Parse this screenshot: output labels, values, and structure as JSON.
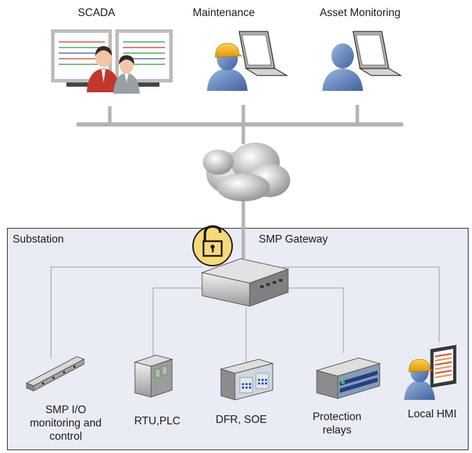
{
  "top": {
    "scada_label": "SCADA",
    "maintenance_label": "Maintenance",
    "asset_monitoring_label": "Asset Monitoring"
  },
  "substation": {
    "label": "Substation",
    "gateway_label": "SMP Gateway",
    "devices": [
      {
        "label": "SMP I/O monitoring and control"
      },
      {
        "label": "RTU,PLC"
      },
      {
        "label": "DFR, SOE"
      },
      {
        "label": "Protection relays"
      },
      {
        "label": "Local HMI"
      }
    ]
  },
  "colors": {
    "substation_bg": "#e9ecf4",
    "bus": "#b4b4b4",
    "lock": "#f7d978",
    "person_blue": "#5d82bd",
    "helmet": "#f4b324",
    "scada_red": "#c0392b"
  }
}
